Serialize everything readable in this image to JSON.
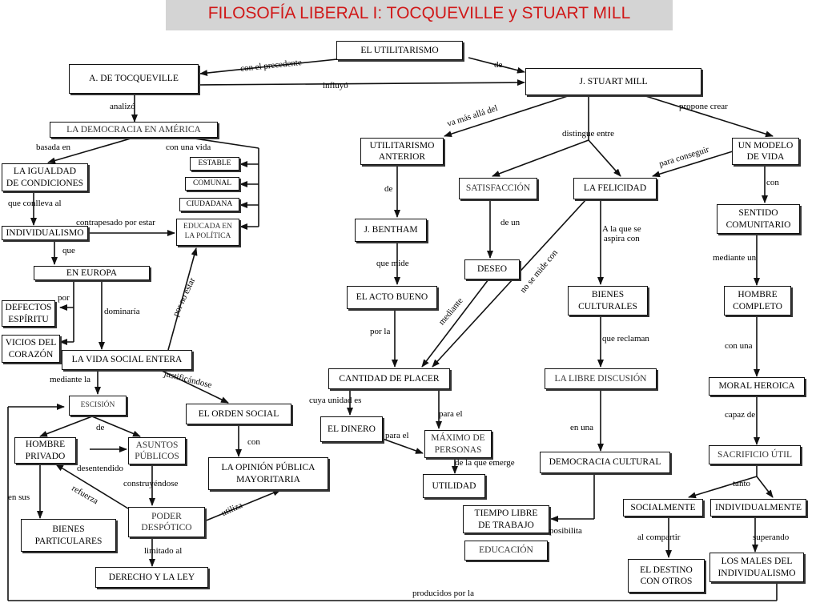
{
  "title": "FILOSOFÍA LIBERAL I: TOCQUEVILLE y STUART MILL",
  "nodes": {
    "utilitarismo": "EL UTILITARISMO",
    "tocqueville": "A. DE TOCQUEVILLE",
    "mill": "J. STUART  MILL",
    "democracia_america": "LA DEMOCRACIA EN  AMÉRICA",
    "igualdad": "LA IGUALDAD\nDE CONDICIONES",
    "estable": "ESTABLE",
    "comunal": "COMUNAL",
    "ciudadana": "CIUDADANA",
    "individualismo": "INDIVIDUALISMO",
    "educada_politica": "EDUCADA EN\nLA POLÍTICA",
    "en_europa": "EN EUROPA",
    "defectos_espiritu": "DEFECTOS\nESPÍRITU",
    "vicios_corazon": "VICIOS DEL\nCORAZÓN",
    "vida_social": "LA VIDA SOCIAL ENTERA",
    "escision": "ESCISIÓN",
    "orden_social": "EL ORDEN SOCIAL",
    "hombre_privado": "HOMBRE\nPRIVADO",
    "asuntos_publicos": "ASUNTOS\nPÚBLICOS",
    "opinion_publica": "LA OPINIÓN PÚBLICA\nMAYORITARIA",
    "bienes_particulares": "BIENES\nPARTICULARES",
    "poder_despotico": "PODER\nDESPÓTICO",
    "derecho_ley": "DERECHO Y LA LEY",
    "utilitarismo_anterior": "UTILITARISMO\nANTERIOR",
    "bentham": "J. BENTHAM",
    "acto_bueno": "EL ACTO BUENO",
    "satisfaccion": "SATISFACCIÓN",
    "deseo": "DESEO",
    "felicidad": "LA FELICIDAD",
    "modelo_vida": "UN MODELO\nDE VIDA",
    "sentido_comunitario": "SENTIDO\nCOMUNITARIO",
    "hombre_completo": "HOMBRE\nCOMPLETO",
    "bienes_culturales": "BIENES\nCULTURALES",
    "cantidad_placer": "CANTIDAD DE PLACER",
    "libre_discusion": "LA LIBRE DISCUSIÓN",
    "moral_heroica": "MORAL HEROICA",
    "dinero": "EL DINERO",
    "maximo_personas": "MÁXIMO DE\nPERSONAS",
    "sacrificio_util": "SACRIFICIO ÚTIL",
    "democracia_cultural": "DEMOCRACIA CULTURAL",
    "utilidad": "UTILIDAD",
    "tiempo_libre": "TIEMPO LIBRE\nDE TRABAJO",
    "socialmente": "SOCIALMENTE",
    "individualmente": "INDIVIDUALMENTE",
    "educacion": "EDUCACIÓN",
    "destino_otros": "EL DESTINO\nCON OTROS",
    "males_individualismo": "LOS MALES DEL\nINDIVIDUALISMO"
  },
  "links": {
    "con_el_precedente": "con el precedente",
    "de_util": "de",
    "influyo": "influyó",
    "analizo": "analizó",
    "va_mas_alla": "va más allá del",
    "distingue_entre": "distingue entre",
    "propone_crear": "propone crear",
    "basada_en": "basada en",
    "con_una_vida": "con una vida",
    "para_conseguir": "para conseguir",
    "que_conlleva": "que conlleva al",
    "de_bentham": "de",
    "con_sentido": "con",
    "contrapesado": "contrapesado por estar",
    "de_un": "de un",
    "a_la_que": "A la que se\naspira con",
    "que_europa": "que",
    "que_mide": "que mide",
    "no_se_mide": "no se mide con",
    "mediante_un": "mediante un",
    "por_defectos": "por",
    "dominaria": "dominaría",
    "por_no_estar": "por no estar",
    "mediante_deseo": "mediante",
    "por_la": "por la",
    "que_reclaman": "que reclaman",
    "con_una": "con una",
    "mediante_la": "mediante la",
    "justificandose": "justificándose",
    "cuya_unidad": "cuya unidad es",
    "capaz_de": "capaz de",
    "de_escision": "de",
    "para_el_max": "para el",
    "en_una": "en una",
    "con_opinion": "con",
    "para_el_dinero": "para el",
    "de_la_que_emerge": "de la que emerge",
    "desentendido": "desentendido",
    "construyendose": "construyéndose",
    "tanto": "tanto",
    "refuerza": "refuerza",
    "en_sus": "en sus",
    "utiliza": "utiliza",
    "posibilita": "posibilita",
    "al_compartir": "al compartir",
    "superando": "superando",
    "limitado_al": "limitado al",
    "producidos_por": "producidos por la"
  },
  "colors": {
    "title": "#d01818",
    "title_bg": "#d4d4d4",
    "line": "#111111"
  }
}
